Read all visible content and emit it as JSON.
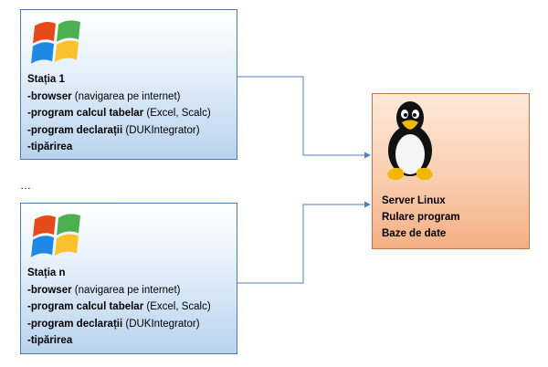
{
  "stations": [
    {
      "title": "Stația 1",
      "items": [
        {
          "bold": "-browser",
          "rest": " (navigarea pe internet)"
        },
        {
          "bold": "-program calcul tabelar",
          "rest": "  (Excel, Scalc)"
        },
        {
          "bold": "-program declarații",
          "rest": " (DUKIntegrator)"
        },
        {
          "bold": "-tipărirea",
          "rest": ""
        }
      ]
    },
    {
      "title": "Stația n",
      "items": [
        {
          "bold": "-browser",
          "rest": " (navigarea pe internet)"
        },
        {
          "bold": "-program calcul tabelar",
          "rest": "  (Excel, Scalc)"
        },
        {
          "bold": "-program declarații",
          "rest": " (DUKIntegrator)"
        },
        {
          "bold": "-tipărirea",
          "rest": ""
        }
      ]
    }
  ],
  "ellipsis": "…",
  "server": {
    "lines": [
      "Server Linux",
      "Rulare program",
      "Baze de date"
    ]
  },
  "icons": {
    "station_logo": "windows-logo-icon",
    "server_logo": "linux-tux-icon"
  },
  "colors": {
    "station_border": "#4a7fb5",
    "station_fill": "#b9d3ee",
    "server_border": "#c0764a",
    "server_fill": "#f4b084",
    "connector": "#4f81bd"
  }
}
